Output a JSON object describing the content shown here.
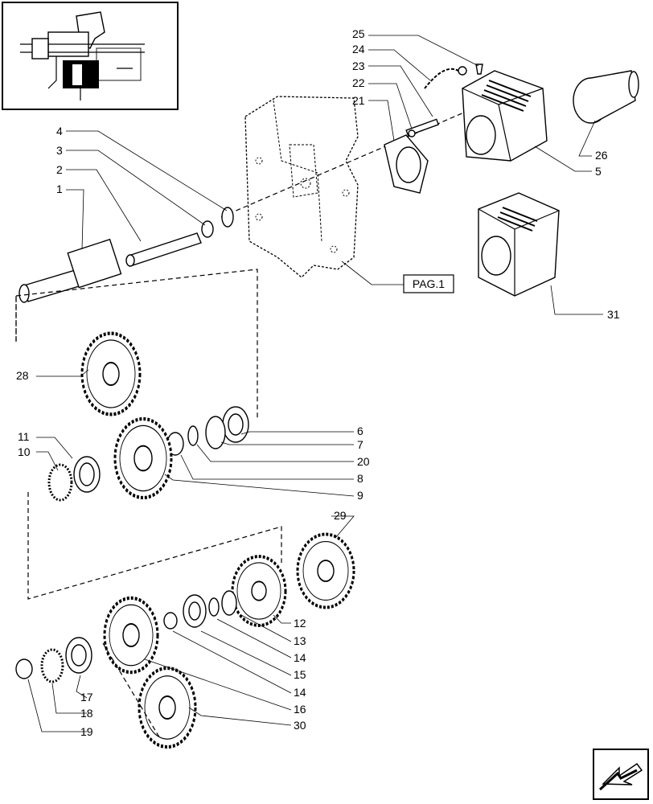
{
  "diagram": {
    "page_reference": "PAG.1",
    "callouts": {
      "c1": "1",
      "c2": "2",
      "c3": "3",
      "c4": "4",
      "c5": "5",
      "c6": "6",
      "c7": "7",
      "c8": "8",
      "c9": "9",
      "c10": "10",
      "c11": "11",
      "c12": "12",
      "c13": "13",
      "c14a": "14",
      "c14b": "14",
      "c15": "15",
      "c16": "16",
      "c17": "17",
      "c18": "18",
      "c19": "19",
      "c20": "20",
      "c21": "21",
      "c22": "22",
      "c23": "23",
      "c24": "24",
      "c25": "25",
      "c26": "26",
      "c28": "28",
      "c29": "29",
      "c30": "30",
      "c31": "31"
    },
    "icons": {
      "thumbnail": "assembly-thumbnail-icon",
      "nav": "next-page-arrow-icon"
    }
  }
}
